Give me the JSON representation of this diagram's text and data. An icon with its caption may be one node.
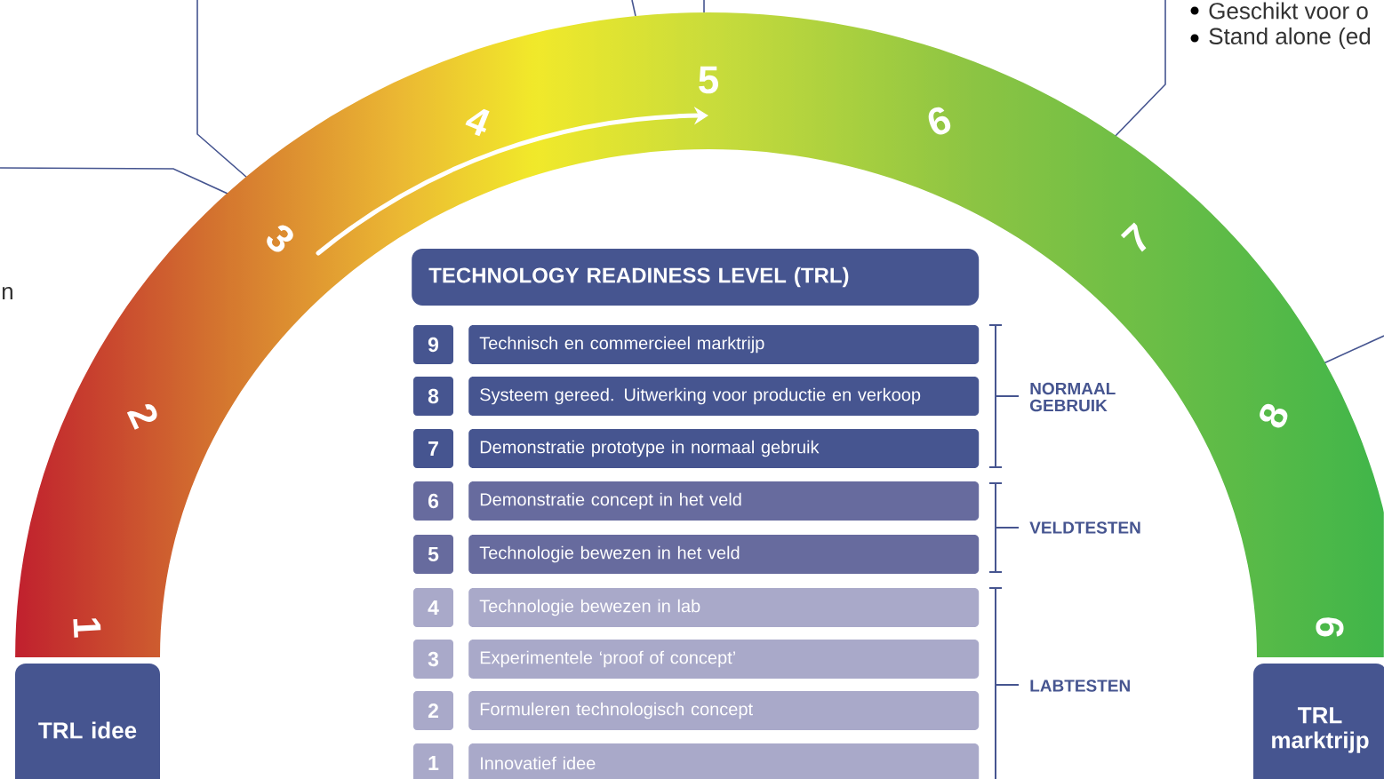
{
  "diagram": {
    "nodes": [
      {
        "text": [
          "TECHNOLOGY READINESS LEVEL (TRL)"
        ]
      },
      {
        "text": [
          "9"
        ]
      },
      {
        "text": [
          "Technisch en commercieel marktrijp"
        ]
      },
      {
        "text": [
          "8"
        ]
      },
      {
        "text": [
          "Systeem gereed. Uitwerking voor productie en verkoop"
        ]
      },
      {
        "text": [
          "7"
        ]
      },
      {
        "text": [
          "Demonstratie prototype in normaal gebruik"
        ]
      },
      {
        "text": [
          "6"
        ]
      },
      {
        "text": [
          "Demonstratie concept in het veld"
        ]
      },
      {
        "text": [
          "5"
        ]
      },
      {
        "text": [
          "Technologie bewezen in het veld"
        ]
      },
      {
        "text": [
          "4"
        ]
      },
      {
        "text": [
          "Technologie bewezen in lab"
        ]
      },
      {
        "text": [
          "3"
        ]
      },
      {
        "text": [
          "Experimentele ‘proof of concept’"
        ]
      },
      {
        "text": [
          "2"
        ]
      },
      {
        "text": [
          "Formuleren technologisch concept"
        ]
      },
      {
        "text": [
          "1"
        ]
      },
      {
        "text": [
          "Innovatief idee"
        ]
      },
      {
        "text": [
          "TRL idee"
        ]
      },
      {
        "text": [
          "TRL marktrijp"
        ]
      }
    ],
    "labels": [
      "Geschikt voor o",
      "Stand alone (ed",
      "n",
      "1",
      "2",
      "3",
      "4",
      "5",
      "6",
      "7",
      "8",
      "9",
      "NORMAAL GEBRUIK",
      "VELDTESTEN",
      "LABTESTEN"
    ]
  }
}
